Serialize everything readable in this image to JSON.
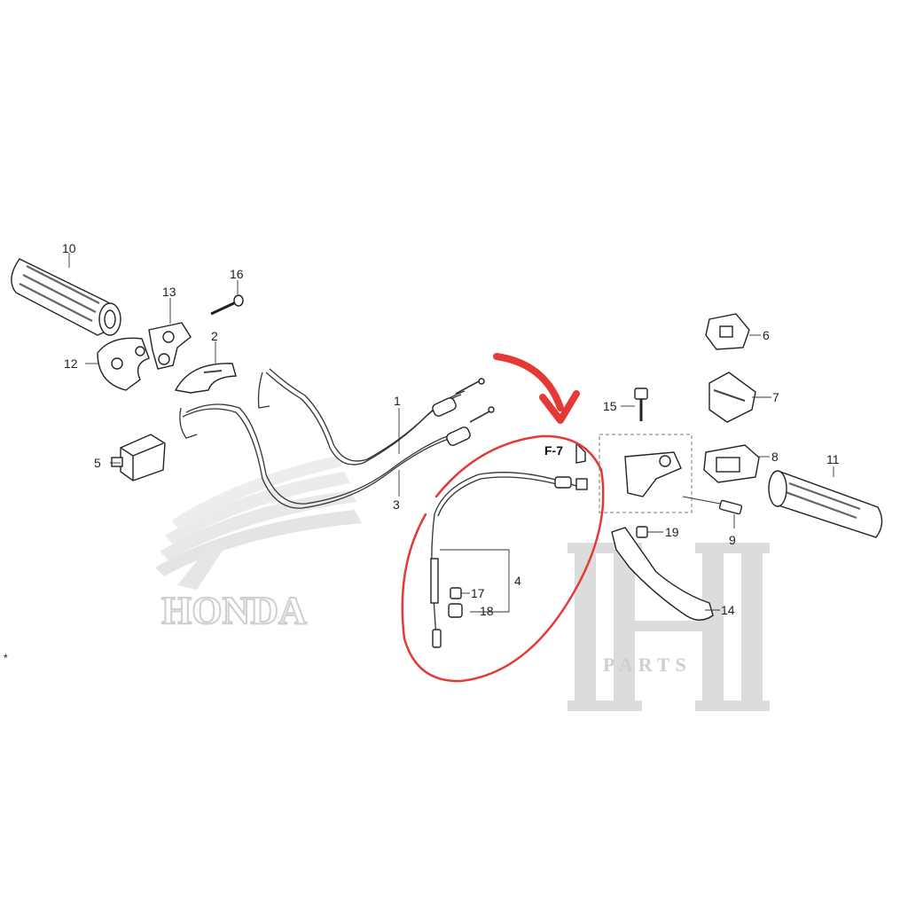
{
  "callouts": [
    {
      "id": "c1",
      "label": "1"
    },
    {
      "id": "c2",
      "label": "2"
    },
    {
      "id": "c3",
      "label": "3"
    },
    {
      "id": "c4",
      "label": "4"
    },
    {
      "id": "c5",
      "label": "5"
    },
    {
      "id": "c6",
      "label": "6"
    },
    {
      "id": "c7",
      "label": "7"
    },
    {
      "id": "c8",
      "label": "8"
    },
    {
      "id": "c9",
      "label": "9"
    },
    {
      "id": "c10",
      "label": "10"
    },
    {
      "id": "c11",
      "label": "11"
    },
    {
      "id": "c12",
      "label": "12"
    },
    {
      "id": "c13",
      "label": "13"
    },
    {
      "id": "c14",
      "label": "14"
    },
    {
      "id": "c15",
      "label": "15"
    },
    {
      "id": "c16",
      "label": "16"
    },
    {
      "id": "c17",
      "label": "17"
    },
    {
      "id": "c18",
      "label": "18"
    },
    {
      "id": "c19",
      "label": "19"
    }
  ],
  "reference": {
    "label": "F-7"
  },
  "watermarks": {
    "brand": "HONDA",
    "shop_sub": "PARTS"
  },
  "highlight": {
    "color": "#e53935"
  }
}
